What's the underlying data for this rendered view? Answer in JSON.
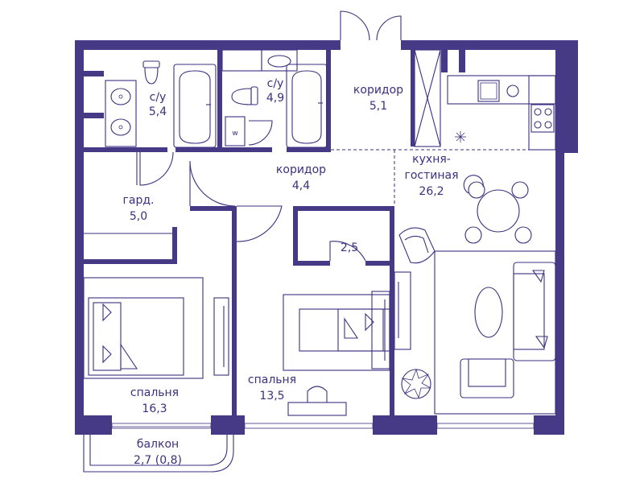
{
  "colors": {
    "wall": "#463a87",
    "line": "#3b3080",
    "background": "#ffffff"
  },
  "rooms": [
    {
      "id": "bath1",
      "name": "с/у",
      "area": "5,4"
    },
    {
      "id": "bath2",
      "name": "с/у",
      "area": "4,9"
    },
    {
      "id": "corridor_top",
      "name": "коридор",
      "area": "5,1"
    },
    {
      "id": "kitchen",
      "name": "кухня-",
      "name2": "гостиная",
      "area": "26,2"
    },
    {
      "id": "corridor_mid",
      "name": "коридор",
      "area": "4,4"
    },
    {
      "id": "wardrobe",
      "name": "гард.",
      "area": "5,0"
    },
    {
      "id": "closet",
      "name": "",
      "area": "2,5"
    },
    {
      "id": "bedroom1",
      "name": "спальня",
      "area": "16,3"
    },
    {
      "id": "bedroom2",
      "name": "спальня",
      "area": "13,5"
    },
    {
      "id": "balcony",
      "name": "балкон",
      "area": "2,7 (0,8)"
    }
  ],
  "icons": {
    "washer": "washing-machine-icon",
    "sinks": "sink-icon",
    "stove": "stove-icon",
    "plant": "plant-icon"
  }
}
